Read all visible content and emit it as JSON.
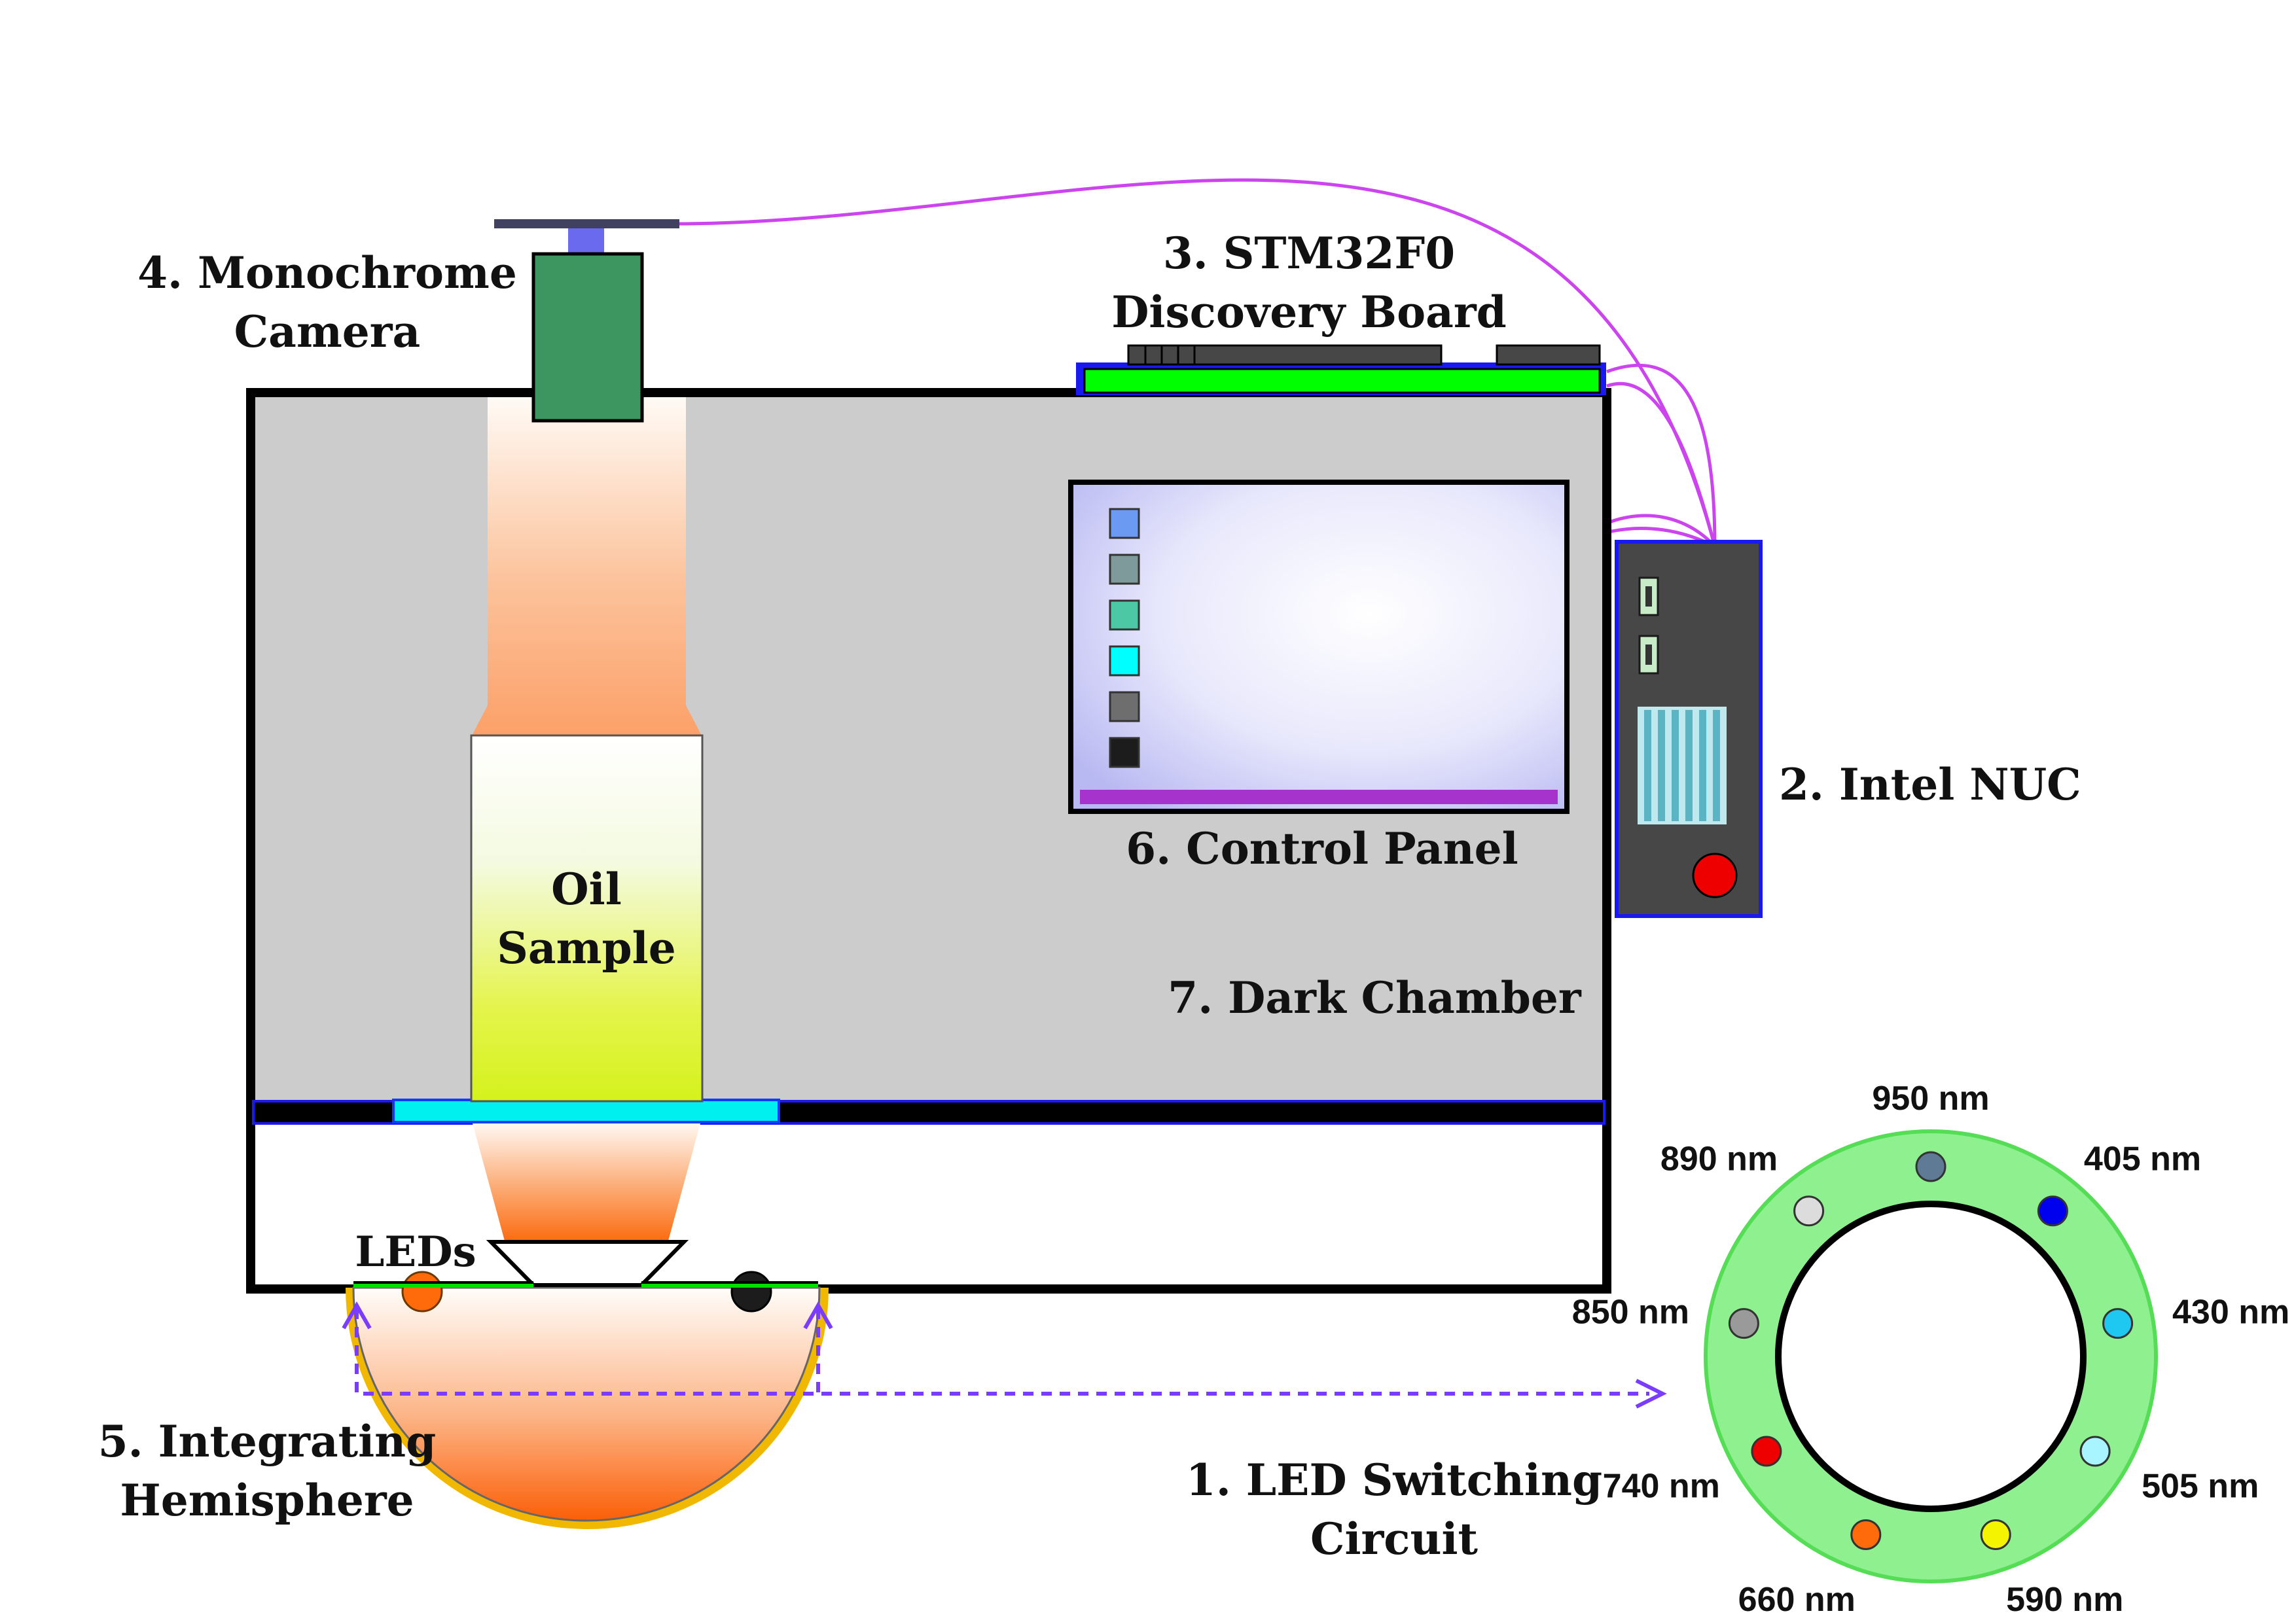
{
  "labels": {
    "camera_line1": "4. Monochrome",
    "camera_line2": "Camera",
    "board_line1": "3. STM32F0",
    "board_line2": "Discovery Board",
    "nuc": "2. Intel NUC",
    "control_panel": "6. Control Panel",
    "dark_chamber": "7. Dark Chamber",
    "oil_line1": "Oil",
    "oil_line2": "Sample",
    "leds": "LEDs",
    "hemisphere_line1": "5. Integrating",
    "hemisphere_line2": "Hemisphere",
    "circuit_line1": "1. LED Switching",
    "circuit_line2": "Circuit"
  },
  "led_ring": [
    {
      "label": "950 nm",
      "color": "#5f7a94"
    },
    {
      "label": "405 nm",
      "color": "#0000ee"
    },
    {
      "label": "430 nm",
      "color": "#1ec8f0"
    },
    {
      "label": "505 nm",
      "color": "#a8f4ff"
    },
    {
      "label": "590 nm",
      "color": "#f4f400"
    },
    {
      "label": "660 nm",
      "color": "#ff6a0a"
    },
    {
      "label": "740 nm",
      "color": "#ee0000"
    },
    {
      "label": "850 nm",
      "color": "#9a9a9a"
    },
    {
      "label": "890 nm",
      "color": "#dcdcdc"
    }
  ],
  "colors": {
    "chamber": "#cccccc",
    "camera_body": "#3d9660",
    "board": "#00ff00",
    "nuc_body": "#474747",
    "ring": "#8ef08e",
    "wire": "#cc44ee",
    "arrow": "#7a3cff",
    "glass": "#00f0f0"
  },
  "panel_buttons": [
    "#6a9af2",
    "#7f9a9a",
    "#4cc9a4",
    "#00ffff",
    "#6e6e6e",
    "#1c1c1c"
  ]
}
